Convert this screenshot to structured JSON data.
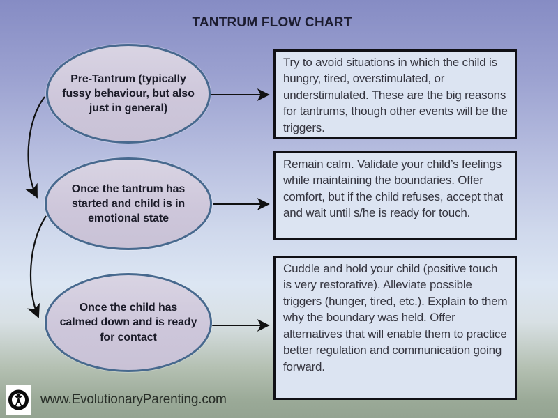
{
  "title": "TANTRUM FLOW CHART",
  "flow": {
    "steps": [
      {
        "stage": "Pre-Tantrum (typically fussy behaviour, but also just in general)",
        "advice": "Try to avoid situations in which the child is hungry, tired, overstimulated, or understimulated. These are the big reasons for tantrums, though other events will be the triggers."
      },
      {
        "stage": "Once the tantrum has started and child is in emotional state",
        "advice": "Remain calm. Validate your child’s feelings while maintaining the boundaries. Offer comfort, but if the child refuses, accept that and wait until s/he is ready for touch."
      },
      {
        "stage": "Once the child has calmed down and is ready for contact",
        "advice": "Cuddle and hold your child (positive touch is very restorative). Alleviate possible triggers (hunger, tired, etc.). Explain to them why the boundary was held. Offer alternatives that will enable them to practice better regulation and communication going forward."
      }
    ]
  },
  "footer": {
    "url": "www.EvolutionaryParenting.com",
    "logo_icon": "parent-and-child-figure"
  },
  "colors": {
    "background_top": "#868cc4",
    "background_middle": "#dce6f3",
    "background_bottom": "#94a492",
    "ellipse_fill": "#cdc6da",
    "ellipse_border": "#47698e",
    "box_fill": "#dce4f2",
    "box_border": "#101016",
    "arrow": "#111111",
    "title_text": "#1c1c30"
  }
}
